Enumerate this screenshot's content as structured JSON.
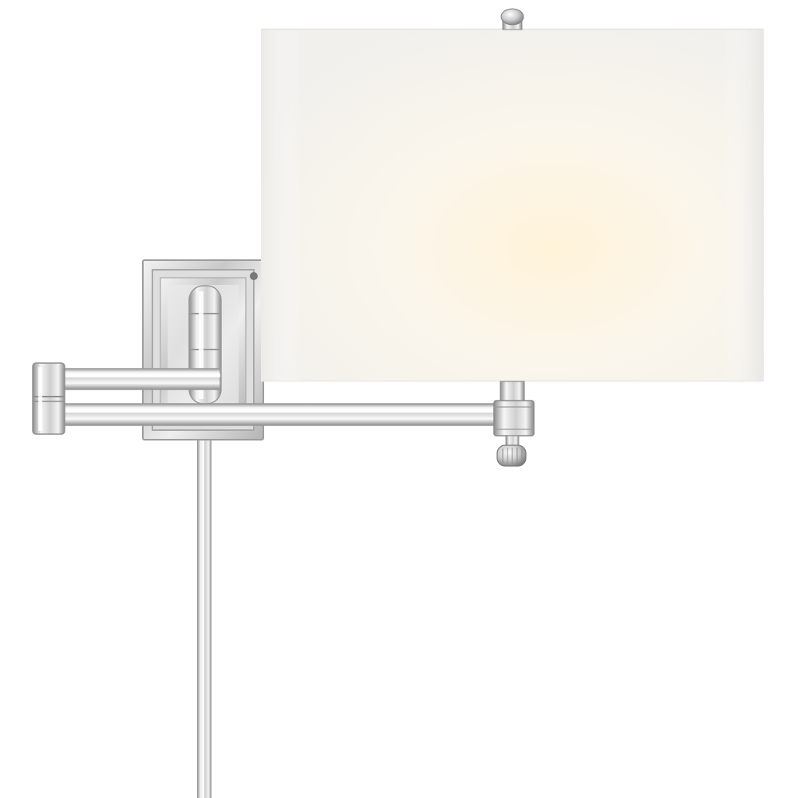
{
  "image": {
    "subject": "swing-arm-wall-lamp",
    "finish": "polished-nickel",
    "shade": "linen",
    "background_color": "#ffffff",
    "colors": {
      "metal_light": "#f4f4f4",
      "metal_mid": "#cfcfcf",
      "metal_dark": "#8c8c8c",
      "shade_edge": "#f3f1ec",
      "shade_glow": "#fff6e2"
    }
  }
}
